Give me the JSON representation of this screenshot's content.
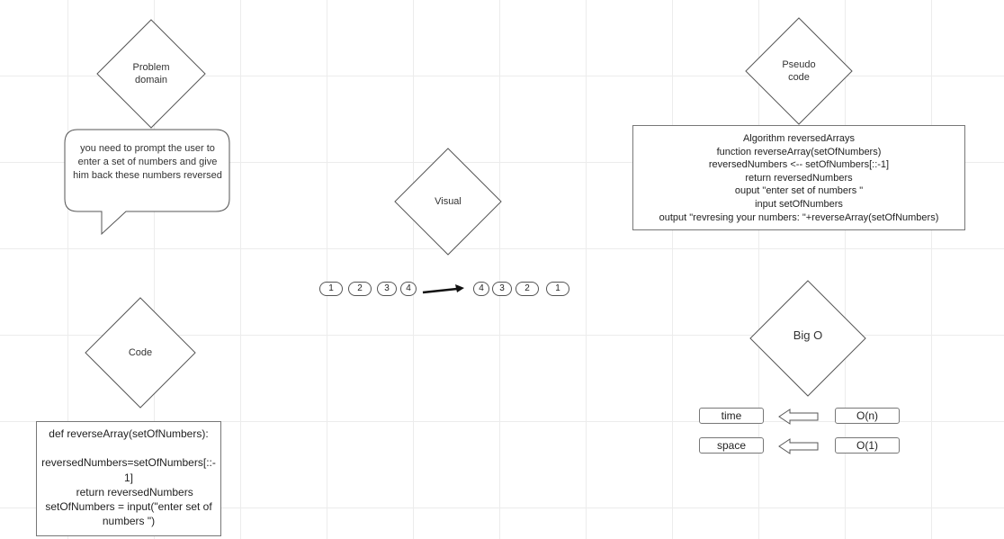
{
  "diagram": {
    "problem_domain": {
      "label": "Problem\ndomain"
    },
    "speech_bubble": {
      "text": "you need to prompt the user to enter a set of numbers and give him back these numbers reversed"
    },
    "pseudo_code": {
      "label": "Pseudo\ncode"
    },
    "pseudo_lines": [
      "Algorithm reversedArrays",
      "function reverseArray(setOfNumbers)",
      "reversedNumbers <-- setOfNumbers[::-1]",
      "return reversedNumbers",
      "ouput \"enter set of numbers \"",
      "input setOfNumbers",
      "output \"revresing your numbers: \"+reverseArray(setOfNumbers)"
    ],
    "visual": {
      "label": "Visual"
    },
    "input_sequence": [
      "1",
      "2",
      "3",
      "4"
    ],
    "output_sequence": [
      "4",
      "3",
      "2",
      "1"
    ],
    "code": {
      "label": "Code"
    },
    "code_lines": [
      "def reverseArray(setOfNumbers):",
      "",
      "reversedNumbers=setOfNumbers[::-1]",
      "    return reversedNumbers",
      "setOfNumbers = input(\"enter set of numbers \")"
    ],
    "big_o": {
      "label": "Big O"
    },
    "complexity": {
      "time_label": "time",
      "time_value": "O(n)",
      "space_label": "space",
      "space_value": "O(1)"
    }
  }
}
